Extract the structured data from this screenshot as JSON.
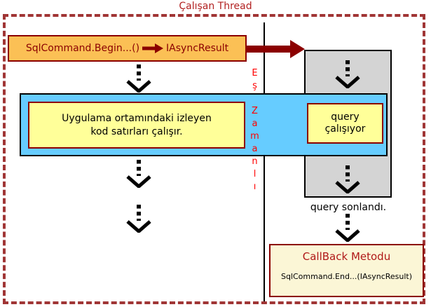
{
  "title": "Çalışan Thread",
  "begin_box": {
    "method": "SqlCommand.Begin...()",
    "result": "IAsyncResult"
  },
  "app_box": {
    "lines": [
      "Uygulama ortamındaki izleyen",
      "kod satırları çalışır."
    ]
  },
  "divider": {
    "label": "Eş Zamanlı"
  },
  "query_box": {
    "lines": [
      "query",
      "çalışıyor"
    ]
  },
  "query_done": "query sonlandı.",
  "callback_box": {
    "title": "CallBack Metodu",
    "code": "SqlCommand.End...(IAsyncResult)"
  },
  "colors": {
    "dark_red": "#8B0000",
    "title_red": "#B22222",
    "frame_red": "#A03535",
    "bright_red": "#FF0000",
    "callback_red": "#B01818",
    "orange": "#FBC055",
    "blue": "#66CCFF",
    "yellow": "#FFFF99",
    "cream": "#FBF6D6",
    "gray": "#D4D4D4"
  }
}
